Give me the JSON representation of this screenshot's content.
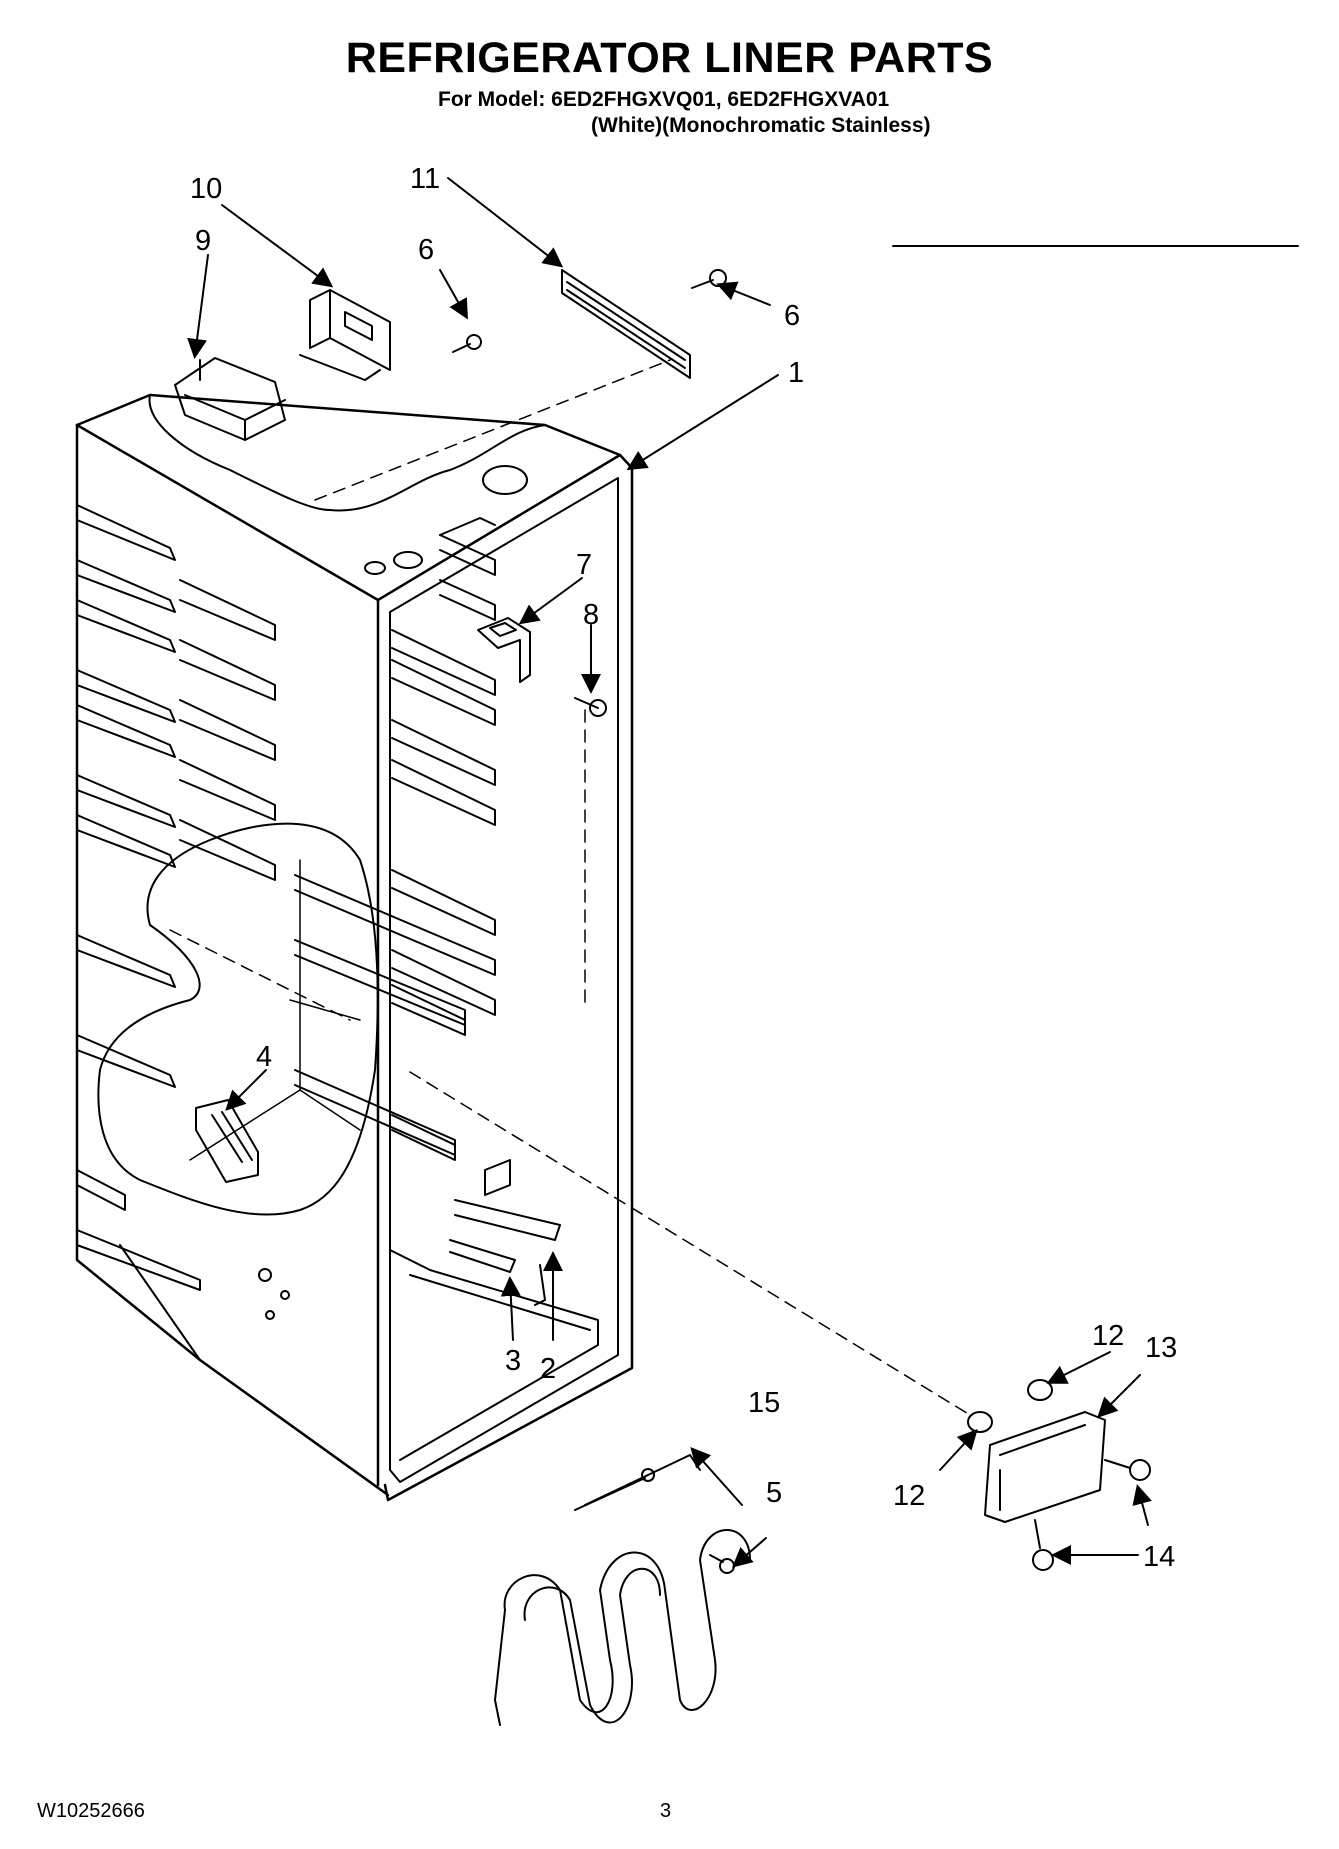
{
  "header": {
    "title": "REFRIGERATOR LINER PARTS",
    "model_line": "For Model: 6ED2FHGXVQ01, 6ED2FHGXVA01",
    "color_line": "(White)(Monochromatic Stainless)"
  },
  "footer": {
    "doc_number": "W10252666",
    "page_number": "3"
  },
  "callouts": {
    "c1": "1",
    "c2": "2",
    "c3": "3",
    "c4": "4",
    "c5": "5",
    "c6a": "6",
    "c6b": "6",
    "c7": "7",
    "c8": "8",
    "c9": "9",
    "c10": "10",
    "c11": "11",
    "c12a": "12",
    "c12b": "12",
    "c13": "13",
    "c14": "14",
    "c15": "15"
  }
}
